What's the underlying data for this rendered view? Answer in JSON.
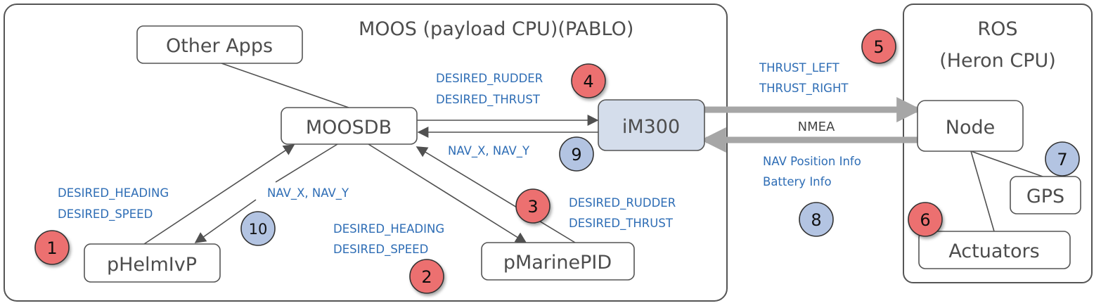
{
  "containers": {
    "moos": {
      "title": "MOOS (payload CPU)(PABLO)"
    },
    "ros": {
      "title_line1": "ROS",
      "title_line2": "(Heron CPU)"
    }
  },
  "nodes": {
    "other_apps": "Other Apps",
    "moosdb": "MOOSDB",
    "im300": "iM300",
    "phelmivp": "pHelmIvP",
    "pmarinepid": "pMarinePID",
    "node": "Node",
    "gps": "GPS",
    "actuators": "Actuators"
  },
  "messages": {
    "helm_to_db": [
      "DESIRED_HEADING",
      "DESIRED_SPEED"
    ],
    "db_to_helm": [
      "NAV_X, NAV_Y"
    ],
    "db_to_pid": [
      "DESIRED_HEADING",
      "DESIRED_SPEED"
    ],
    "pid_to_db": [
      "DESIRED_RUDDER",
      "DESIRED_THRUST"
    ],
    "db_to_im300": [
      "DESIRED_RUDDER",
      "DESIRED_THRUST"
    ],
    "im300_to_db": [
      "NAV_X, NAV_Y"
    ],
    "im300_to_node": [
      "THRUST_LEFT",
      "THRUST_RIGHT"
    ],
    "link_protocol": "NMEA",
    "node_to_im300": [
      "NAV Position Info",
      "Battery Info"
    ]
  },
  "badges": [
    {
      "label": "1",
      "kind": "command",
      "color": "#ec7070"
    },
    {
      "label": "2",
      "kind": "command",
      "color": "#ec7070"
    },
    {
      "label": "3",
      "kind": "command",
      "color": "#ec7070"
    },
    {
      "label": "4",
      "kind": "command",
      "color": "#ec7070"
    },
    {
      "label": "5",
      "kind": "command",
      "color": "#ec7070"
    },
    {
      "label": "6",
      "kind": "command",
      "color": "#ec7070"
    },
    {
      "label": "7",
      "kind": "navigation",
      "color": "#b3c4e2"
    },
    {
      "label": "8",
      "kind": "navigation",
      "color": "#b3c4e2"
    },
    {
      "label": "9",
      "kind": "navigation",
      "color": "#b3c4e2"
    },
    {
      "label": "10",
      "kind": "navigation",
      "color": "#b3c4e2"
    }
  ],
  "colors": {
    "message_text": "#2e6db5",
    "command_badge": "#ec7070",
    "nav_badge": "#b3c4e2",
    "im300_fill": "#d4ddeb",
    "link_arrow": "#a6a6a6"
  }
}
